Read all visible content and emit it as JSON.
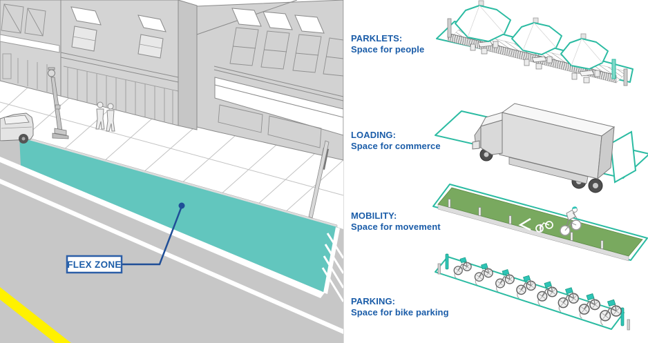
{
  "flex_zone": {
    "label": "FLEX ZONE"
  },
  "legend": {
    "items": [
      {
        "title": "PARKLETS:",
        "subtitle": "Space for people"
      },
      {
        "title": "LOADING:",
        "subtitle": "Space for commerce"
      },
      {
        "title": "MOBILITY:",
        "subtitle": "Space for movement"
      },
      {
        "title": "PARKING:",
        "subtitle": "Space for bike parking"
      }
    ]
  },
  "colors": {
    "flex_zone_fill": "#62C6BE",
    "illustration_outline_teal": "#2BBBA2",
    "bike_accent_teal": "#2EC4B6",
    "lane_green": "#79A95F",
    "label_blue": "#1A5CA8",
    "leader_blue": "#1F4E97",
    "center_line_yellow": "#FFF100",
    "street_gray": "#C7C7C7",
    "building_gray": "#D4D4D4"
  }
}
